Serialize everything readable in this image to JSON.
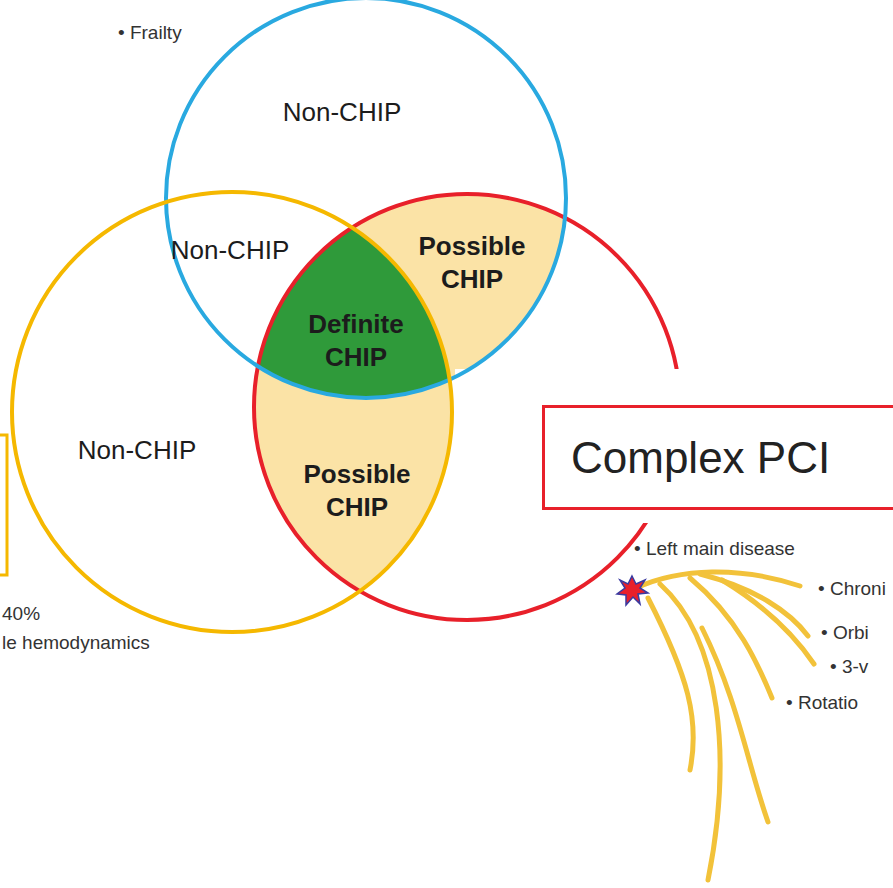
{
  "diagram": {
    "nodes": [
      {
        "text": [
          "Non-CHIP"
        ]
      },
      {
        "text": [
          "Non-CHIP"
        ]
      },
      {
        "text": [
          "Non-CHIP"
        ]
      },
      {
        "text": [
          "Possible CHIP"
        ]
      },
      {
        "text": [
          "Definite CHIP"
        ]
      },
      {
        "text": [
          "Possible CHIP"
        ]
      },
      {
        "text": [
          "Complex PCI"
        ]
      }
    ],
    "labels": [
      "• Frailty",
      "40%",
      "le hemodynamics",
      "• Left main disease",
      "• Chroni",
      "• Orbi",
      "• 3-v",
      "• Rotatio"
    ]
  }
}
